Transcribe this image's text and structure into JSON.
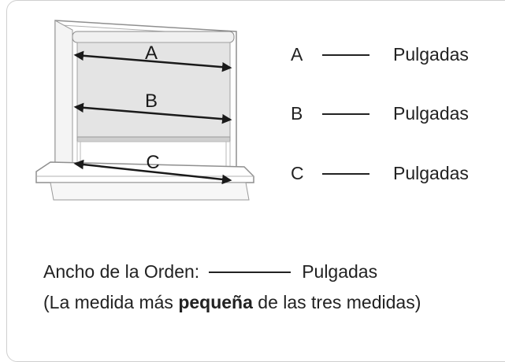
{
  "diagram": {
    "labels": {
      "a": "A",
      "b": "B",
      "c": "C"
    },
    "colors": {
      "arrow": "#1a1a1a",
      "shade": "#e4e4e4",
      "frame": "#9a9a9a"
    }
  },
  "measurements": [
    {
      "letter": "A",
      "unit": "Pulgadas"
    },
    {
      "letter": "B",
      "unit": "Pulgadas"
    },
    {
      "letter": "C",
      "unit": "Pulgadas"
    }
  ],
  "order": {
    "label": "Ancho de la Orden:",
    "unit": "Pulgadas"
  },
  "note": {
    "prefix": "(La medida más ",
    "emphasis": "pequeña",
    "suffix": " de las tres medidas)"
  }
}
